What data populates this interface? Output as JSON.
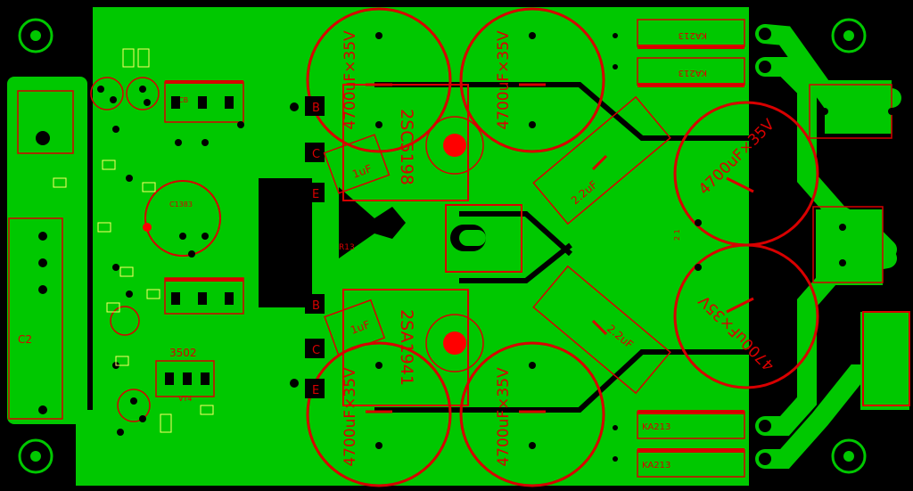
{
  "colors": {
    "background": "#000000",
    "copper": "#00c800",
    "silk": "#d80000",
    "pad": "#ffffff",
    "mark": "#ffff66"
  },
  "big_caps": {
    "top_left": "4700uF×35V",
    "top_right": "4700uF×35V",
    "bottom_left": "4700uF×35V",
    "bottom_right": "4700uF×35V",
    "mid_right_top": "4700uF×35V",
    "mid_right_bottom": "4700uF×35V"
  },
  "transistors": {
    "npn": "2SC5198",
    "pnp": "2SA1941"
  },
  "film_caps": {
    "c_top": "1uF",
    "c_bottom": "1uF",
    "x_top": "2.2uF",
    "x_bottom": "2.2uF"
  },
  "diodes": {
    "d1": "KA213",
    "d2": "KA213",
    "d3": "KA213",
    "d4": "KA213"
  },
  "pin_letters": {
    "b": "B",
    "c": "C",
    "e": "E",
    "b2": "B",
    "c2": "C",
    "e2": "E"
  },
  "small_labels": {
    "c2": "C2",
    "r13": "R13",
    "ic": "3502",
    "vt4": "VT4",
    "ecb": "ECB",
    "vt_mid": "C1383",
    "nums": "2 1",
    "plus": "+"
  }
}
